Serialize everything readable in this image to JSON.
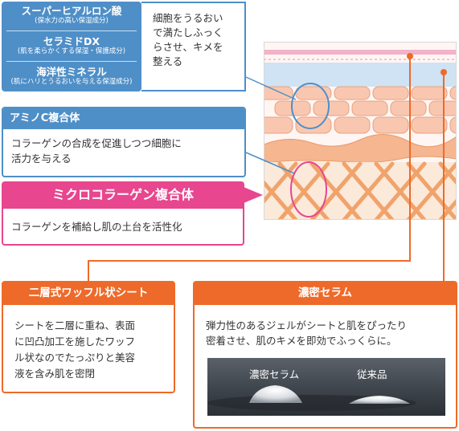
{
  "blue_box": {
    "items": [
      {
        "title": "スーパーヒアルロン酸",
        "sub": "(保水力の高い保湿成分)"
      },
      {
        "title": "セラミドDX",
        "sub": "(肌を柔らかくする保湿・保護成分)"
      },
      {
        "title": "海洋性ミネラル",
        "sub": "(肌にハリとうるおいを与える保湿成分)"
      }
    ],
    "description_lines": [
      "細胞をうるおい",
      "で満たしふっく",
      "らさせ、キメを",
      "整える"
    ]
  },
  "amino_box": {
    "title": "アミノC複合体",
    "text_lines": [
      "コラーゲンの合成を促進しつつ細胞に",
      "活力を与える"
    ]
  },
  "micro_box": {
    "title": "ミクロコラーゲン複合体",
    "text": "コラーゲンを補給し肌の土台を活性化"
  },
  "waffle_box": {
    "title": "二層式ワッフル状シート",
    "text_lines": [
      "シートを二層に重ね、表面",
      "に凹凸加工を施したワッフ",
      "ル状なのでたっぷりと美容",
      "液を含み肌を密閉"
    ]
  },
  "serum_box": {
    "title": "濃密セラム",
    "text_lines": [
      "弾力性のあるジェルがシートと肌をぴったり",
      "密着させ、肌のキメを即効でふっくらに。"
    ],
    "photo_labels": [
      "濃密セラム",
      "従来品"
    ]
  },
  "colors": {
    "blue": "#4f8fc8",
    "pink": "#e8468f",
    "orange": "#ee6a2a"
  }
}
